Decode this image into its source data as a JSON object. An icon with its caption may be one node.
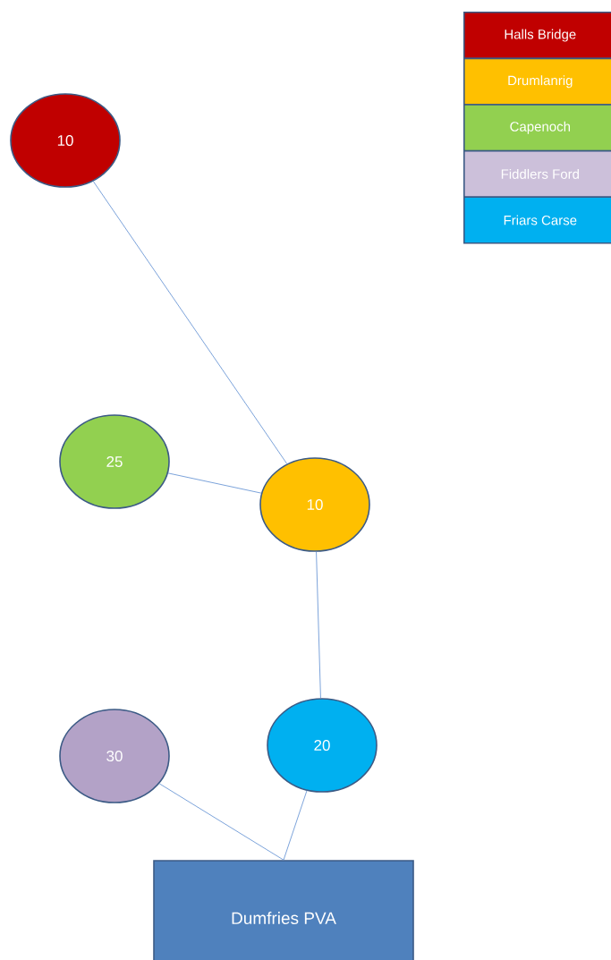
{
  "diagram": {
    "nodes": [
      {
        "text": [
          "10"
        ]
      },
      {
        "text": [
          "25"
        ]
      },
      {
        "text": [
          "10"
        ]
      },
      {
        "text": [
          "30"
        ]
      },
      {
        "text": [
          "20"
        ]
      },
      {
        "text": [
          "Dumfries PVA"
        ]
      }
    ],
    "edges": [
      {
        "from": 0,
        "to": 2,
        "arrow": "none"
      },
      {
        "from": 1,
        "to": 2,
        "arrow": "none"
      },
      {
        "from": 2,
        "to": 4,
        "arrow": "none"
      },
      {
        "from": 3,
        "to": 5,
        "arrow": "none"
      },
      {
        "from": 4,
        "to": 5,
        "arrow": "none"
      }
    ],
    "legend": [
      {
        "text": "Halls Bridge",
        "color": "#c00000"
      },
      {
        "text": "Drumlanrig",
        "color": "#ffc000"
      },
      {
        "text": "Capenoch",
        "color": "#92d050"
      },
      {
        "text": "Fiddlers Ford",
        "color": "#ccc0da"
      },
      {
        "text": "Friars Carse",
        "color": "#00b0f0"
      }
    ]
  }
}
